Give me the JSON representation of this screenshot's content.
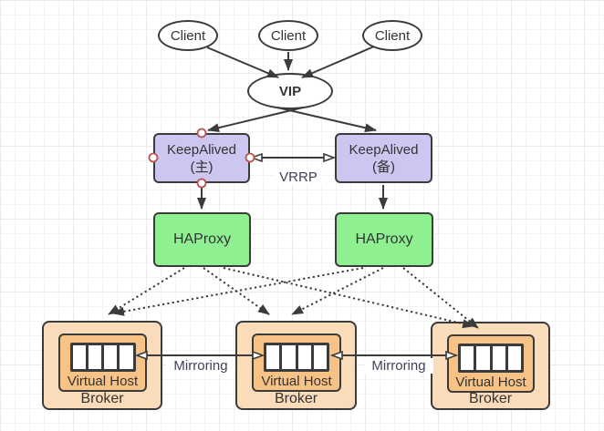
{
  "diagram": {
    "clients": [
      "Client",
      "Client",
      "Client"
    ],
    "vip_label": "VIP",
    "keepalived": [
      {
        "line1": "KeepAlived",
        "line2": "(主)"
      },
      {
        "line1": "KeepAlived",
        "line2": "(备)"
      }
    ],
    "vrrp_label": "VRRP",
    "haproxy": [
      "HAProxy",
      "HAProxy"
    ],
    "brokers": [
      {
        "vhost": "Virtual Host",
        "broker": "Broker"
      },
      {
        "vhost": "Virtual Host",
        "broker": "Broker"
      },
      {
        "vhost": "Virtual Host",
        "broker": "Broker"
      }
    ],
    "mirroring_labels": [
      "Mirroring",
      "Mirroring"
    ]
  },
  "colors": {
    "line": "#3b3b3b",
    "text": "#333333",
    "edge-text": "#41415a",
    "purple": "#cbc7f0",
    "green": "#8ff092",
    "peach-outer": "#fbdcba",
    "peach-inner": "#f6c286",
    "handle": "#b85450",
    "grid-minor": "#f3f3f6",
    "grid-major": "#e9e9ee"
  }
}
